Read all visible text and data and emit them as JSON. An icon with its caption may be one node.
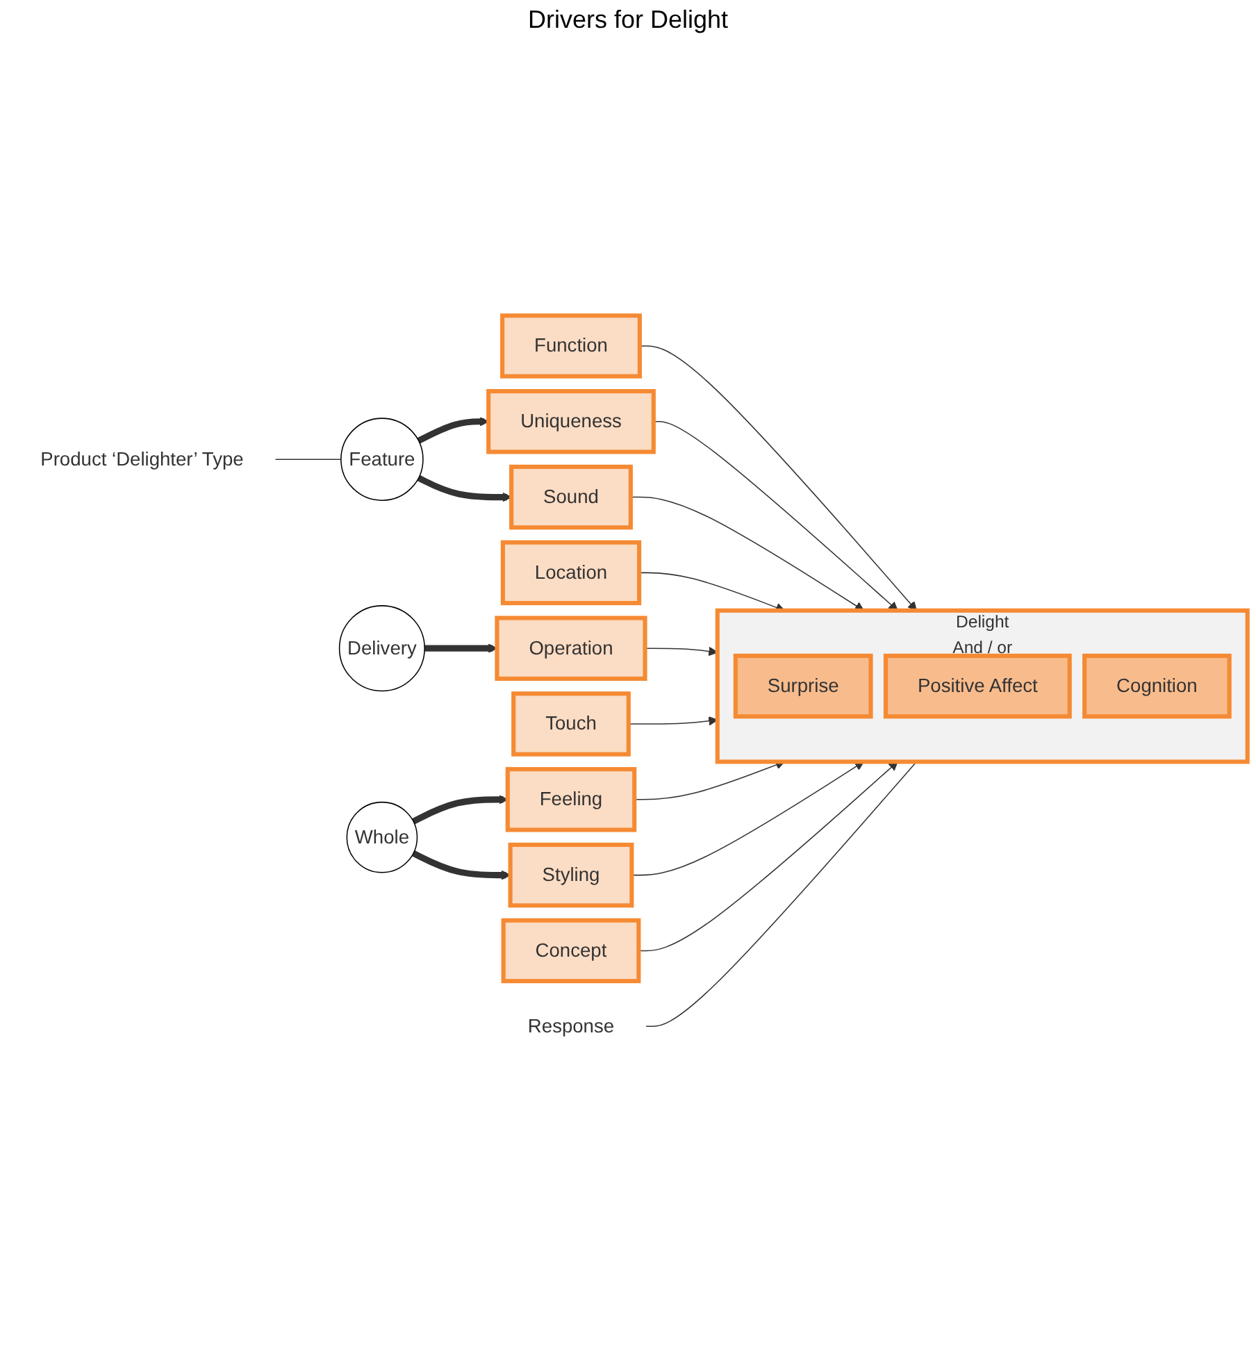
{
  "diagram": {
    "nodes": [
      {
        "text": [
          "Product ‘Delighter’ Type"
        ]
      },
      {
        "text": [
          "Feature"
        ]
      },
      {
        "text": [
          "Delivery"
        ]
      },
      {
        "text": [
          "Whole"
        ]
      },
      {
        "text": [
          "Function"
        ]
      },
      {
        "text": [
          "Uniqueness"
        ]
      },
      {
        "text": [
          "Sound"
        ]
      },
      {
        "text": [
          "Location"
        ]
      },
      {
        "text": [
          "Operation"
        ]
      },
      {
        "text": [
          "Touch"
        ]
      },
      {
        "text": [
          "Feeling"
        ]
      },
      {
        "text": [
          "Styling"
        ]
      },
      {
        "text": [
          "Concept"
        ]
      },
      {
        "text": [
          "Response"
        ]
      },
      {
        "text": [
          "Delight",
          "And / or"
        ]
      },
      {
        "text": [
          "Surprise"
        ],
        "in": 14
      },
      {
        "text": [
          "Positive Affect"
        ],
        "in": 14
      },
      {
        "text": [
          "Cognition"
        ],
        "in": 14
      }
    ],
    "edges": [
      {
        "from": 0,
        "to": 1,
        "arrow": "none"
      },
      {
        "from": 1,
        "to": 5,
        "arrow": "to",
        "style": "thick"
      },
      {
        "from": 1,
        "to": 6,
        "arrow": "to",
        "style": "thick"
      },
      {
        "from": 2,
        "to": 8,
        "arrow": "to",
        "style": "thick"
      },
      {
        "from": 3,
        "to": 10,
        "arrow": "to",
        "style": "thick"
      },
      {
        "from": 3,
        "to": 11,
        "arrow": "to",
        "style": "thick"
      },
      {
        "from": 4,
        "to": 14,
        "arrow": "to"
      },
      {
        "from": 5,
        "to": 14,
        "arrow": "to"
      },
      {
        "from": 6,
        "to": 14,
        "arrow": "to"
      },
      {
        "from": 7,
        "to": 14,
        "arrow": "to"
      },
      {
        "from": 8,
        "to": 14,
        "arrow": "to"
      },
      {
        "from": 9,
        "to": 14,
        "arrow": "to"
      },
      {
        "from": 10,
        "to": 14,
        "arrow": "to"
      },
      {
        "from": 11,
        "to": 14,
        "arrow": "to"
      },
      {
        "from": 12,
        "to": 14,
        "arrow": "to"
      },
      {
        "from": 13,
        "to": 14,
        "arrow": "none"
      }
    ],
    "labels": [
      "Drivers for Delight"
    ]
  }
}
